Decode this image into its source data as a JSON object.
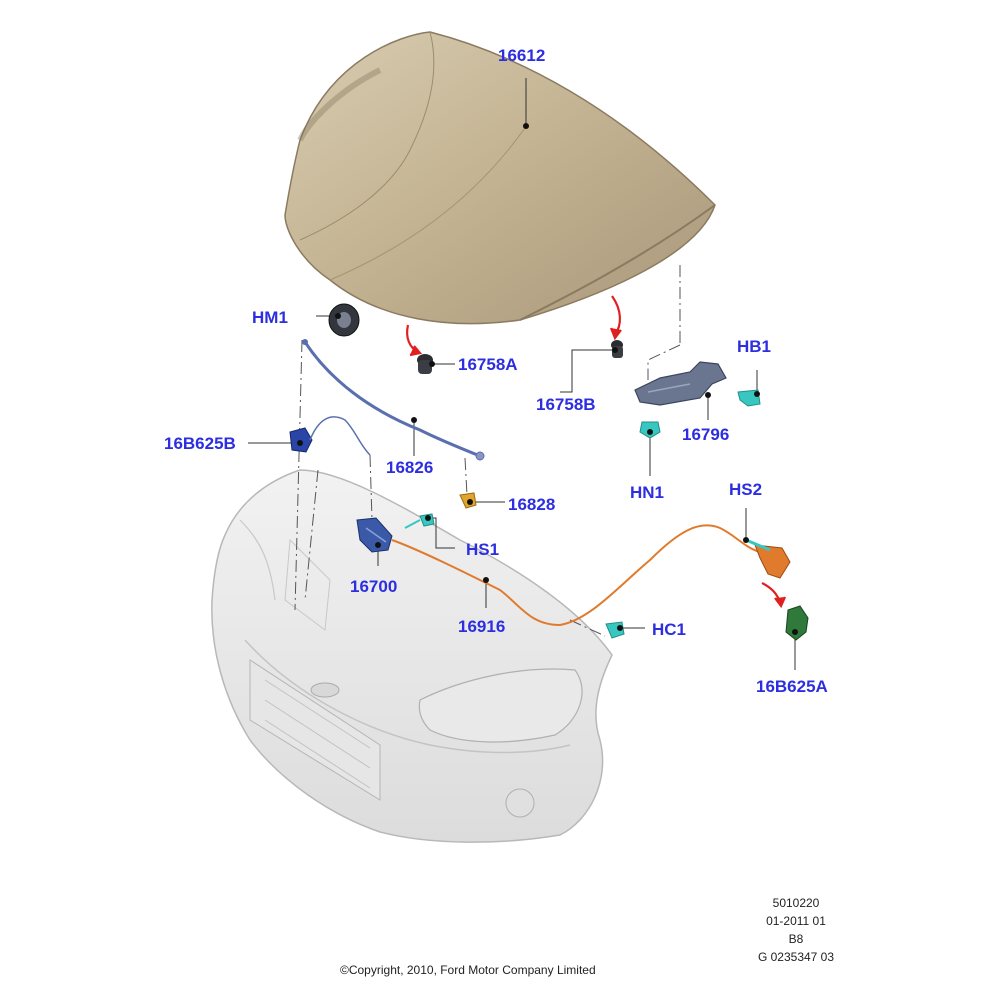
{
  "labels": {
    "p16612": "16612",
    "hm1": "HM1",
    "p16758a": "16758A",
    "p16758b": "16758B",
    "hb1": "HB1",
    "p16796": "16796",
    "p16b625b": "16B625B",
    "p16826": "16826",
    "p16828": "16828",
    "hn1": "HN1",
    "hs2": "HS2",
    "hs1": "HS1",
    "p16700": "16700",
    "p16916": "16916",
    "hc1": "HC1",
    "p16b625a": "16B625A"
  },
  "meta": {
    "line1": "5010220",
    "line2": "01-2011 01",
    "line3": "B8",
    "line4": "G 0235347 03"
  },
  "copyright": "©Copyright, 2010, Ford Motor Company Limited",
  "colors": {
    "label": "#2c2ee0",
    "hood": "#c7b89a",
    "cable_orange": "#e07a2c",
    "cable_blue": "#5a6fb0",
    "clip_teal": "#38c7c0",
    "arrow_red": "#e02020"
  }
}
